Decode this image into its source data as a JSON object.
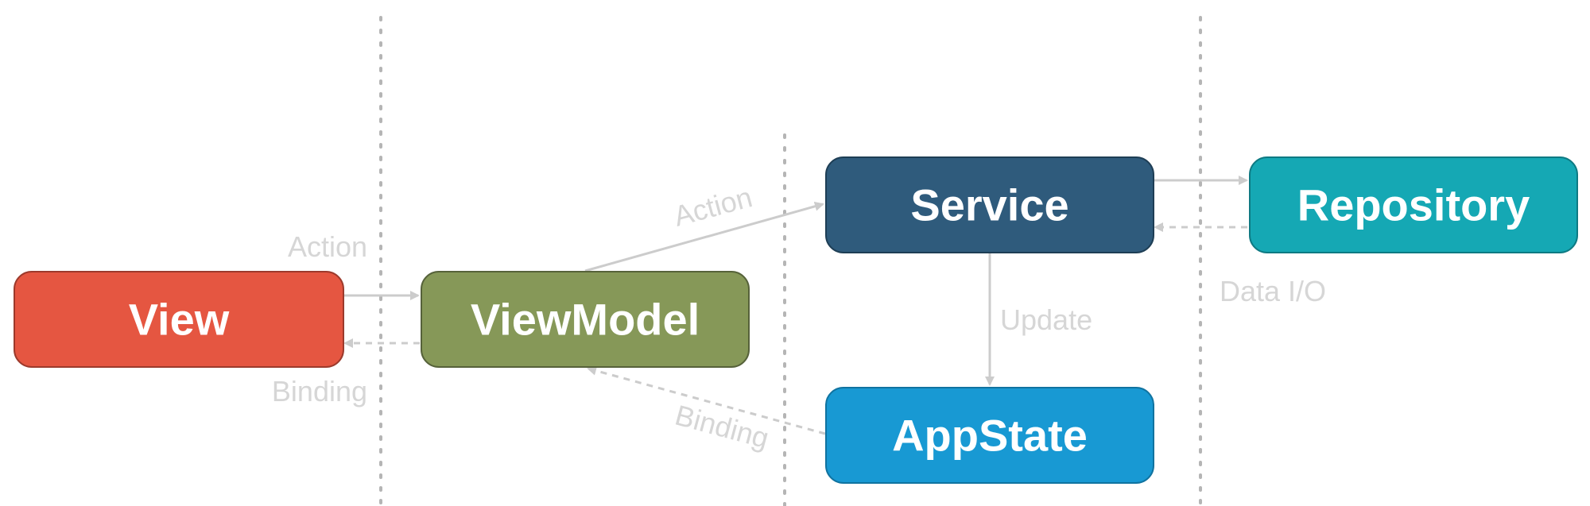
{
  "diagram": {
    "nodes": {
      "view": {
        "label": "View",
        "fill": "#e55641",
        "border": "#9c3a2c"
      },
      "viewmodel": {
        "label": "ViewModel",
        "fill": "#869858",
        "border": "#56623a"
      },
      "service": {
        "label": "Service",
        "fill": "#2f5b7c",
        "border": "#1e3e55"
      },
      "repository": {
        "label": "Repository",
        "fill": "#15a8b4",
        "border": "#0e7a83"
      },
      "appstate": {
        "label": "AppState",
        "fill": "#1899d3",
        "border": "#1073a0"
      }
    },
    "edges": {
      "view_to_viewmodel": {
        "label": "Action",
        "style": "solid"
      },
      "viewmodel_to_view": {
        "label": "Binding",
        "style": "dashed"
      },
      "viewmodel_to_service": {
        "label": "Action",
        "style": "solid"
      },
      "appstate_to_viewmodel": {
        "label": "Binding",
        "style": "dashed"
      },
      "service_to_appstate": {
        "label": "Update",
        "style": "solid"
      },
      "service_repository": {
        "label": "Data I/O",
        "style": "solid+dashed"
      }
    },
    "colors": {
      "edge": "#cccccc",
      "edge_label": "#d6d6d6",
      "divider": "#b5b5b5"
    }
  }
}
